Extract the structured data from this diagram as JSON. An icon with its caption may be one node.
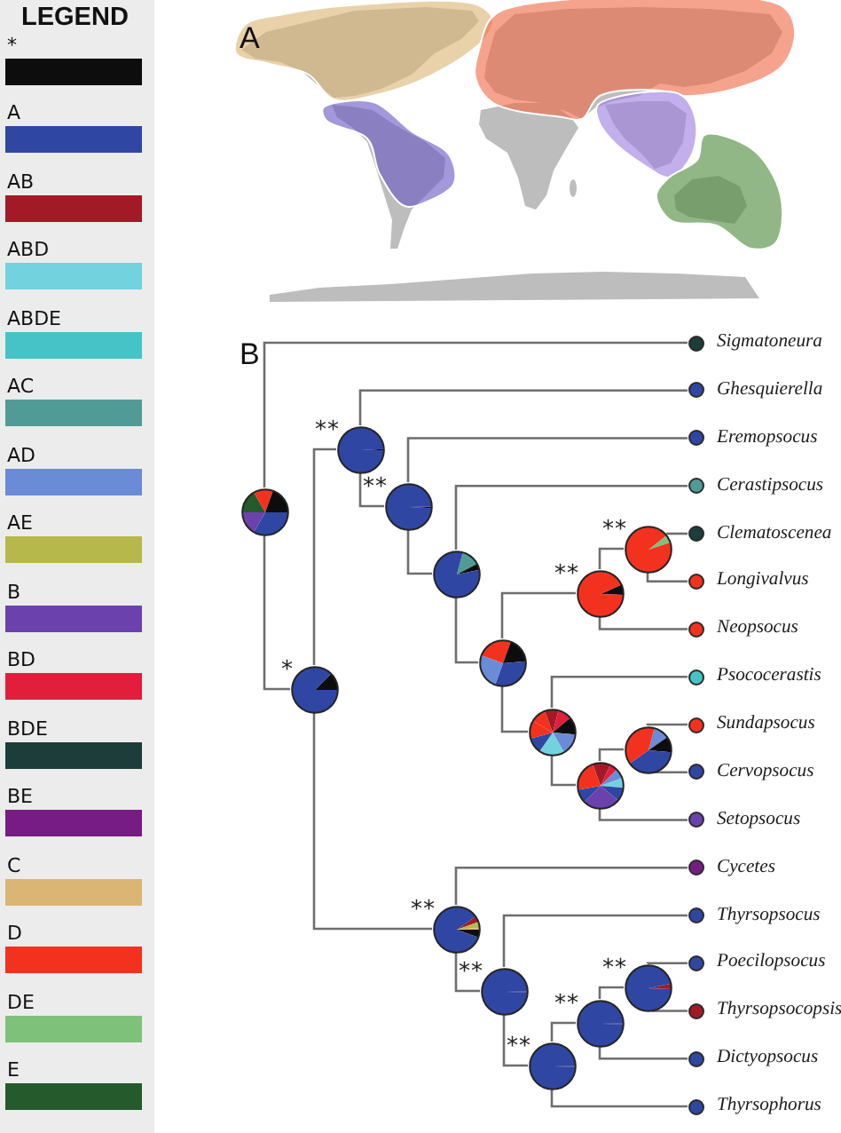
{
  "diagram": {
    "nodes": [
      {
        "text": [],
        "shape": "pie"
      },
      {
        "text": [],
        "shape": "circle",
        "beside": [
          "Sigmatoneura"
        ]
      },
      {
        "text": [],
        "shape": "pie",
        "beside": [
          "*"
        ]
      },
      {
        "text": [],
        "shape": "pie",
        "beside": [
          "**"
        ]
      },
      {
        "text": [],
        "shape": "circle",
        "beside": [
          "Ghesquierella"
        ]
      },
      {
        "text": [],
        "shape": "pie",
        "beside": [
          "**"
        ]
      },
      {
        "text": [],
        "shape": "circle",
        "beside": [
          "Eremopsocus"
        ]
      },
      {
        "text": [],
        "shape": "pie"
      },
      {
        "text": [],
        "shape": "circle",
        "beside": [
          "Cerastipsocus"
        ]
      },
      {
        "text": [],
        "shape": "pie"
      },
      {
        "text": [],
        "shape": "pie",
        "beside": [
          "**"
        ]
      },
      {
        "text": [],
        "shape": "pie",
        "beside": [
          "**"
        ]
      },
      {
        "text": [],
        "shape": "circle",
        "beside": [
          "Clematoscenea"
        ]
      },
      {
        "text": [],
        "shape": "circle",
        "beside": [
          "Longivalvus"
        ]
      },
      {
        "text": [],
        "shape": "circle",
        "beside": [
          "Neopsocus"
        ]
      },
      {
        "text": [],
        "shape": "pie"
      },
      {
        "text": [],
        "shape": "circle",
        "beside": [
          "Psococerastis"
        ]
      },
      {
        "text": [],
        "shape": "pie"
      },
      {
        "text": [],
        "shape": "pie"
      },
      {
        "text": [],
        "shape": "circle",
        "beside": [
          "Sundapsocus"
        ]
      },
      {
        "text": [],
        "shape": "circle",
        "beside": [
          "Cervopsocus"
        ]
      },
      {
        "text": [],
        "shape": "circle",
        "beside": [
          "Setopsocus"
        ]
      },
      {
        "text": [],
        "shape": "pie",
        "beside": [
          "**"
        ]
      },
      {
        "text": [],
        "shape": "circle",
        "beside": [
          "Cycetes"
        ]
      },
      {
        "text": [],
        "shape": "pie",
        "beside": [
          "**"
        ]
      },
      {
        "text": [],
        "shape": "circle",
        "beside": [
          "Thyrsopsocus"
        ]
      },
      {
        "text": [],
        "shape": "pie",
        "beside": [
          "**"
        ]
      },
      {
        "text": [],
        "shape": "pie",
        "beside": [
          "**"
        ]
      },
      {
        "text": [],
        "shape": "pie",
        "beside": [
          "**"
        ]
      },
      {
        "text": [],
        "shape": "circle",
        "beside": [
          "Poecilopsocus"
        ]
      },
      {
        "text": [],
        "shape": "circle",
        "beside": [
          "Thyrsopsocopsis"
        ]
      },
      {
        "text": [],
        "shape": "circle",
        "beside": [
          "Dictyopsocus"
        ]
      },
      {
        "text": [],
        "shape": "circle",
        "beside": [
          "Thyrsophorus"
        ]
      }
    ],
    "edges": [
      {
        "from": 0,
        "to": 1,
        "arrow": "none"
      },
      {
        "from": 0,
        "to": 2,
        "arrow": "none"
      },
      {
        "from": 2,
        "to": 3,
        "arrow": "none"
      },
      {
        "from": 2,
        "to": 22,
        "arrow": "none"
      },
      {
        "from": 3,
        "to": 4,
        "arrow": "none"
      },
      {
        "from": 3,
        "to": 5,
        "arrow": "none"
      },
      {
        "from": 5,
        "to": 6,
        "arrow": "none"
      },
      {
        "from": 5,
        "to": 7,
        "arrow": "none"
      },
      {
        "from": 7,
        "to": 8,
        "arrow": "none"
      },
      {
        "from": 7,
        "to": 9,
        "arrow": "none"
      },
      {
        "from": 9,
        "to": 10,
        "arrow": "none"
      },
      {
        "from": 9,
        "to": 15,
        "arrow": "none"
      },
      {
        "from": 10,
        "to": 11,
        "arrow": "none"
      },
      {
        "from": 10,
        "to": 14,
        "arrow": "none"
      },
      {
        "from": 11,
        "to": 12,
        "arrow": "none"
      },
      {
        "from": 11,
        "to": 13,
        "arrow": "none"
      },
      {
        "from": 15,
        "to": 16,
        "arrow": "none"
      },
      {
        "from": 15,
        "to": 17,
        "arrow": "none"
      },
      {
        "from": 17,
        "to": 18,
        "arrow": "none"
      },
      {
        "from": 17,
        "to": 21,
        "arrow": "none"
      },
      {
        "from": 18,
        "to": 19,
        "arrow": "none"
      },
      {
        "from": 18,
        "to": 20,
        "arrow": "none"
      },
      {
        "from": 22,
        "to": 23,
        "arrow": "none"
      },
      {
        "from": 22,
        "to": 24,
        "arrow": "none"
      },
      {
        "from": 24,
        "to": 25,
        "arrow": "none"
      },
      {
        "from": 24,
        "to": 26,
        "arrow": "none"
      },
      {
        "from": 26,
        "to": 27,
        "arrow": "none"
      },
      {
        "from": 26,
        "to": 32,
        "arrow": "none"
      },
      {
        "from": 27,
        "to": 28,
        "arrow": "none"
      },
      {
        "from": 27,
        "to": 31,
        "arrow": "none"
      },
      {
        "from": 28,
        "to": 29,
        "arrow": "none"
      },
      {
        "from": 28,
        "to": 30,
        "arrow": "none"
      }
    ],
    "labels": [
      "LEGEND",
      "A",
      "B"
    ],
    "legend": [
      {
        "text": "*",
        "color": "#0d0d0d"
      },
      {
        "text": "A",
        "color": "#2f46a3"
      },
      {
        "text": "AB",
        "color": "#a31a27"
      },
      {
        "text": "ABD",
        "color": "#72d2de"
      },
      {
        "text": "ABDE",
        "color": "#46c3c6"
      },
      {
        "text": "AC",
        "color": "#519b97"
      },
      {
        "text": "AD",
        "color": "#6a8bd6"
      },
      {
        "text": "AE",
        "color": "#b6b84c"
      },
      {
        "text": "B",
        "color": "#6b41ad"
      },
      {
        "text": "BD",
        "color": "#e21e3c"
      },
      {
        "text": "BDE",
        "color": "#1d3d3b"
      },
      {
        "text": "BE",
        "color": "#761c84"
      },
      {
        "text": "C",
        "color": "#dbb574"
      },
      {
        "text": "D",
        "color": "#f2321f"
      },
      {
        "text": "DE",
        "color": "#7ec17a"
      },
      {
        "text": "E",
        "color": "#245a2c"
      }
    ]
  }
}
